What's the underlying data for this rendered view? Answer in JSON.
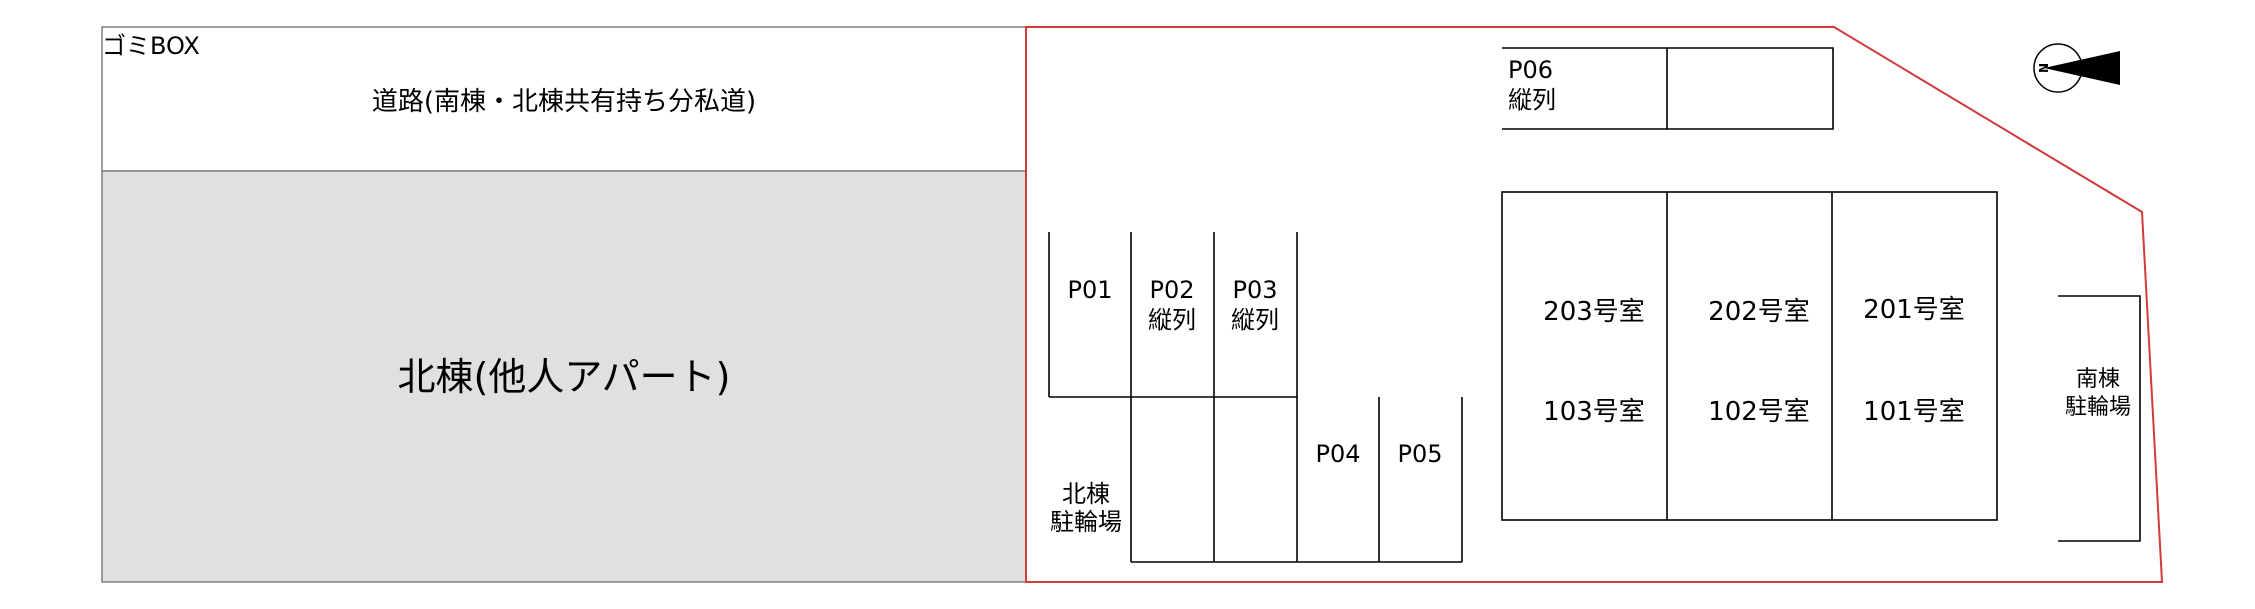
{
  "labels": {
    "garbage": "ゴミBOX",
    "road": "道路(南棟・北棟共有持ち分私道)",
    "north_building": "北棟(他人アパート)",
    "compass": "N"
  },
  "parking": {
    "p01": {
      "code": "P01",
      "note": ""
    },
    "p02": {
      "code": "P02",
      "note": "縦列"
    },
    "p03": {
      "code": "P03",
      "note": "縦列"
    },
    "p04": {
      "code": "P04",
      "note": ""
    },
    "p05": {
      "code": "P05",
      "note": ""
    },
    "p06": {
      "code": "P06",
      "note": "縦列"
    }
  },
  "bike_parking": {
    "north": [
      "北棟",
      "駐輪場"
    ],
    "south": [
      "南棟",
      "駐輪場"
    ]
  },
  "rooms": {
    "r203": "203号室",
    "r202": "202号室",
    "r201": "201号室",
    "r103": "103号室",
    "r102": "102号室",
    "r101": "101号室"
  },
  "colors": {
    "boundary": "#d23a3a",
    "north_building_fill": "#e0e0e0",
    "line": "#000000"
  }
}
